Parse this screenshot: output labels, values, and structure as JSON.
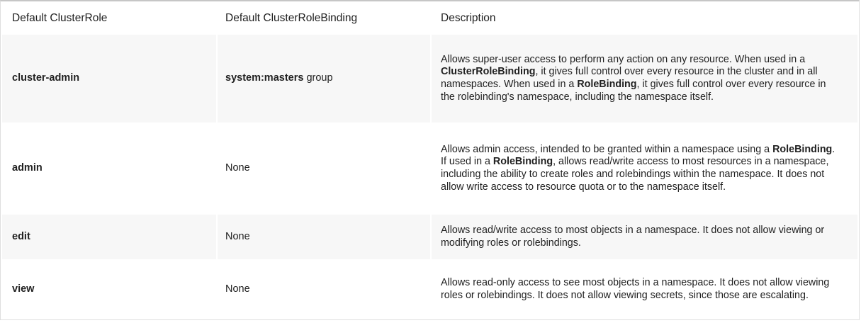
{
  "table": {
    "headers": [
      {
        "label": "Default ClusterRole"
      },
      {
        "label": "Default ClusterRoleBinding"
      },
      {
        "label": "Description"
      }
    ],
    "rows": [
      {
        "role": "cluster-admin",
        "binding": [
          {
            "text": "system:masters",
            "bold": true
          },
          {
            "text": " group",
            "bold": false
          }
        ],
        "description": [
          {
            "text": "Allows super-user access to perform any action on any resource. When used in a ",
            "bold": false
          },
          {
            "text": "ClusterRoleBinding",
            "bold": true
          },
          {
            "text": ", it gives full control over every resource in the cluster and in all namespaces. When used in a ",
            "bold": false
          },
          {
            "text": "RoleBinding",
            "bold": true
          },
          {
            "text": ", it gives full control over every resource in the rolebinding's namespace, including the namespace itself.",
            "bold": false
          }
        ]
      },
      {
        "role": "admin",
        "binding": [
          {
            "text": "None",
            "bold": false
          }
        ],
        "description": [
          {
            "text": "Allows admin access, intended to be granted within a namespace using a ",
            "bold": false
          },
          {
            "text": "RoleBinding",
            "bold": true
          },
          {
            "text": ". If used in a ",
            "bold": false
          },
          {
            "text": "RoleBinding",
            "bold": true
          },
          {
            "text": ", allows read/write access to most resources in a namespace, including the ability to create roles and rolebindings within the namespace. It does not allow write access to resource quota or to the namespace itself.",
            "bold": false
          }
        ]
      },
      {
        "role": "edit",
        "binding": [
          {
            "text": "None",
            "bold": false
          }
        ],
        "description": [
          {
            "text": "Allows read/write access to most objects in a namespace. It does not allow viewing or modifying roles or rolebindings.",
            "bold": false
          }
        ]
      },
      {
        "role": "view",
        "binding": [
          {
            "text": "None",
            "bold": false
          }
        ],
        "description": [
          {
            "text": "Allows read-only access to see most objects in a namespace. It does not allow viewing roles or rolebindings. It does not allow viewing secrets, since those are escalating.",
            "bold": false
          }
        ]
      }
    ]
  },
  "colors": {
    "row_alt_bg": "#f7f7f7",
    "text_color": "#212121",
    "border_color": "#dedede",
    "border_top_color": "#c6c6c6"
  }
}
